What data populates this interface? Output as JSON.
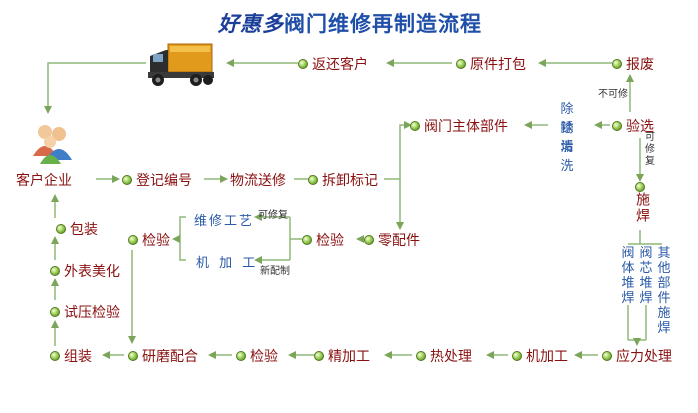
{
  "title": {
    "brand": "好惠多",
    "text": "阀门维修再制造流程"
  },
  "nodes": {
    "fanhuan": "返还客户",
    "yuanjian": "原件打包",
    "baofei": "报废",
    "kehu": "客户企业",
    "dengji": "登记编号",
    "wuliu": "物流送修",
    "chaixie": "拆卸标记",
    "zhuti": "阀门主体部件",
    "yanxuan": "验选",
    "shihan": "施焊",
    "baozhuang": "包装",
    "waibiao": "外表美化",
    "shiya": "试压检验",
    "zuzhuang": "组装",
    "yanmo": "研磨配合",
    "jianyan3": "检验",
    "jingjiagong": "精加工",
    "rechuli": "热处理",
    "jijiagong": "机加工",
    "yingli": "应力处理",
    "jianyan1": "检验",
    "jianyan2": "检验",
    "lingpeijian": "零配件",
    "weixiu": "维修工艺",
    "jijiagong2": "机 加 工"
  },
  "annotations": {
    "bukexiu": "不可修",
    "kexiufu1": "可修复",
    "kexiufu2": "可修复",
    "xinzhizhi": "新配制",
    "chuxiu": "除锈",
    "chugou": "除垢",
    "qingxi": "清洗"
  },
  "weld_columns": [
    "阀体堆焊",
    "阀芯堆焊",
    "其他部件施焊"
  ],
  "icons": [
    "truck-icon",
    "people-icon",
    "arrow-icon"
  ]
}
